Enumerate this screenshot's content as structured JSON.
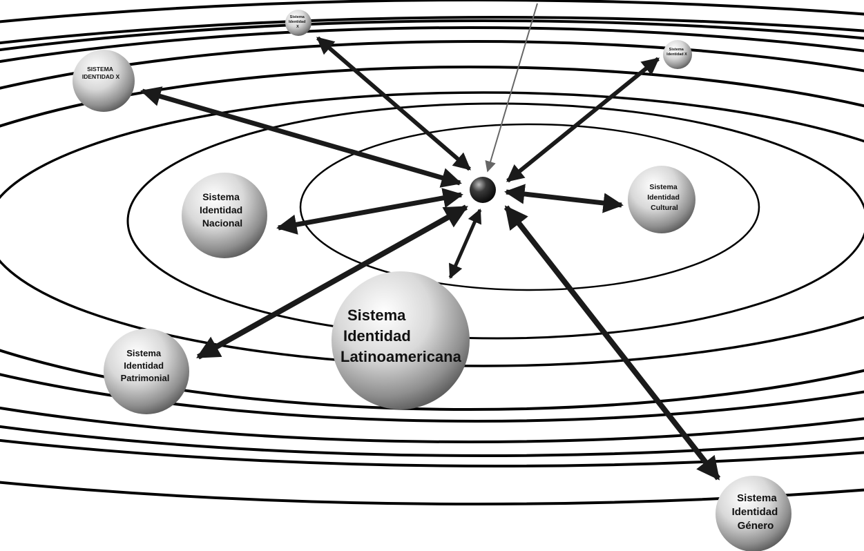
{
  "nodes": {
    "x_left": {
      "lines": [
        "SISTEMA",
        "IDENTIDAD X"
      ]
    },
    "x_top": {
      "lines": [
        "Sistema",
        "Identidad",
        "X"
      ]
    },
    "x_right": {
      "lines": [
        "Sistema",
        "Identidad X"
      ]
    },
    "nacional": {
      "lines": [
        "Sistema",
        "Identidad",
        "Nacional"
      ]
    },
    "cultural": {
      "lines": [
        "Sistema",
        "Identidad",
        "Cultural"
      ]
    },
    "latino": {
      "lines": [
        "Sistema",
        "Identidad",
        "Latinoamericana"
      ]
    },
    "patrimonial": {
      "lines": [
        "Sistema",
        "Identidad",
        "Patrimonial"
      ]
    },
    "genero": {
      "lines": [
        "Sistema",
        "Identidad",
        "Género"
      ]
    }
  }
}
